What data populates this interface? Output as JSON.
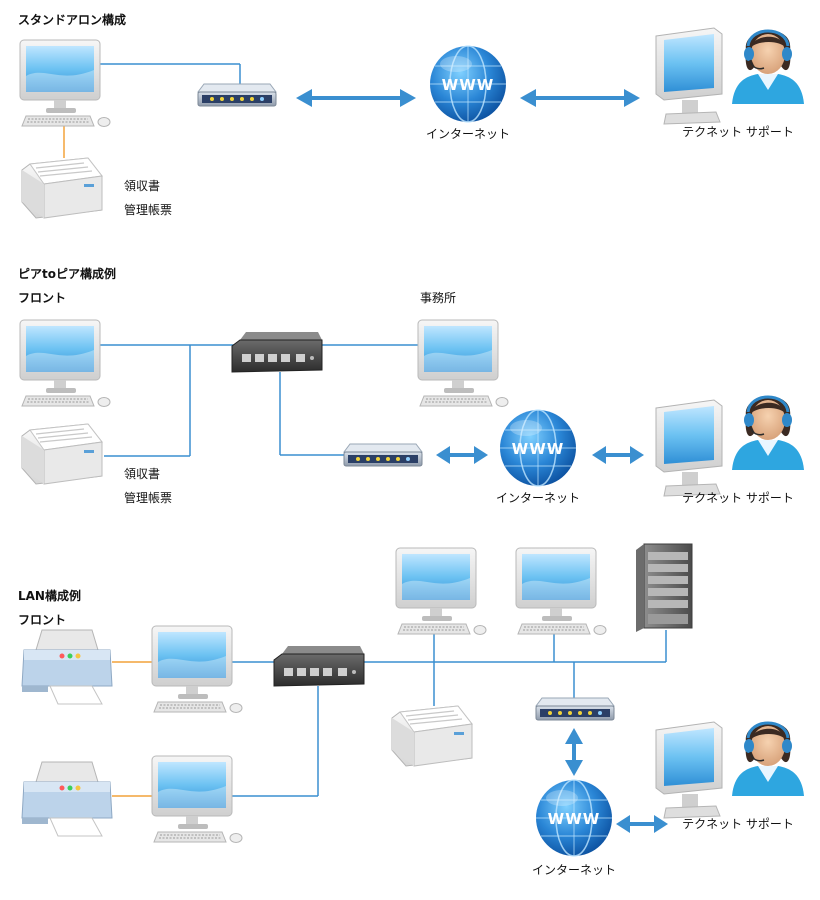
{
  "sections": {
    "standalone": {
      "title": "スタンドアロン構成",
      "printer_label_1": "領収書",
      "printer_label_2": "管理帳票",
      "internet_label": "インターネット",
      "support_label": "テクネット サポート"
    },
    "p2p": {
      "title": "ピアtoピア構成例",
      "front_label": "フロント",
      "office_label": "事務所",
      "printer_label_1": "領収書",
      "printer_label_2": "管理帳票",
      "internet_label": "インターネット",
      "support_label": "テクネット サポート"
    },
    "lan": {
      "title": "LAN構成例",
      "front_label": "フロント",
      "internet_label": "インターネット",
      "support_label": "テクネット サポート"
    }
  },
  "globe_text": "WWW",
  "colors": {
    "line_blue": "#3a8fd0",
    "line_orange": "#f2a23a",
    "arrow_blue": "#3a8fd0",
    "globe_blue": "#2a86d6"
  }
}
